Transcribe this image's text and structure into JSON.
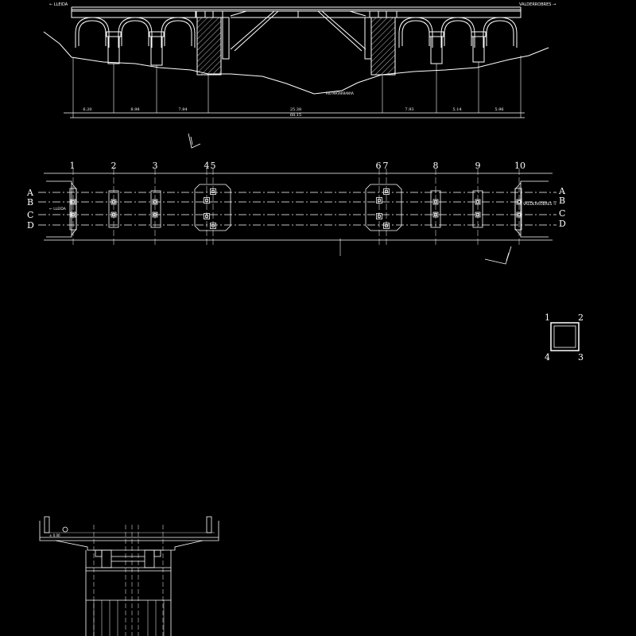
{
  "elevation": {
    "left_direction": "← LLEIDA",
    "right_direction": "VALDERROBRES →",
    "river_label": "RIU MATARRANYA",
    "spans": [
      "6.20",
      "8.98",
      "7.84",
      "25.38",
      "7.93",
      "5.14",
      "5.96"
    ],
    "total": "68.15"
  },
  "plan": {
    "pier_labels": [
      "1",
      "2",
      "3",
      "4",
      "5",
      "6",
      "7",
      "8",
      "9",
      "10"
    ],
    "axes_left": [
      "A",
      "B",
      "C",
      "D"
    ],
    "axes_right": [
      "A",
      "B",
      "C",
      "D"
    ],
    "left_direction": "← LLEIDA",
    "right_direction": "VALDERROBRES →"
  },
  "legend": {
    "corner_labels": [
      "1",
      "2",
      "3",
      "4"
    ]
  },
  "section": {
    "note": "± 0.00"
  },
  "colors": {
    "background": "#000000",
    "lines": "#ffffff",
    "hatch": "#bbbbbb"
  }
}
